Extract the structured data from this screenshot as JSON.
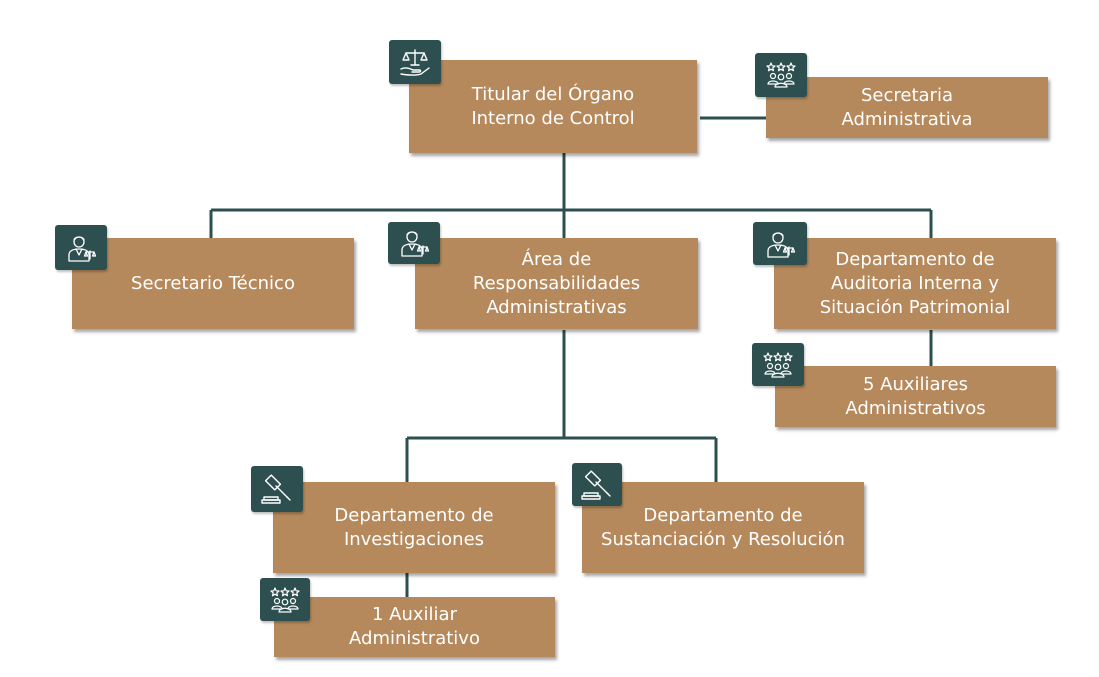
{
  "nodes": {
    "titular": {
      "label": "Titular del Órgano\nInterno de Control",
      "icon": "justice-scale-hand-icon"
    },
    "secretaria": {
      "label": "Secretaria\nAdministrativa",
      "icon": "team-stars-icon"
    },
    "secretario_tecnico": {
      "label": "Secretario Técnico",
      "icon": "lawyer-icon"
    },
    "area_responsabilidades": {
      "label": "Área de\nResponsabilidades\nAdministrativas",
      "icon": "lawyer-icon"
    },
    "auditoria": {
      "label": "Departamento de\nAuditoria Interna y\nSituación Patrimonial",
      "icon": "lawyer-icon"
    },
    "auxiliares_5": {
      "label": "5 Auxiliares\nAdministrativos",
      "icon": "team-stars-icon"
    },
    "investigaciones": {
      "label": "Departamento de\nInvestigaciones",
      "icon": "gavel-icon"
    },
    "sustanciacion": {
      "label": "Departamento de\nSustanciación y Resolución",
      "icon": "gavel-icon"
    },
    "auxiliar_1": {
      "label": "1 Auxiliar\nAdministrativo",
      "icon": "team-stars-icon"
    }
  },
  "colors": {
    "box": "#b5895c",
    "icon_bg": "#2e4f4f",
    "connector": "#2e4f4f",
    "text": "#ffffff"
  }
}
